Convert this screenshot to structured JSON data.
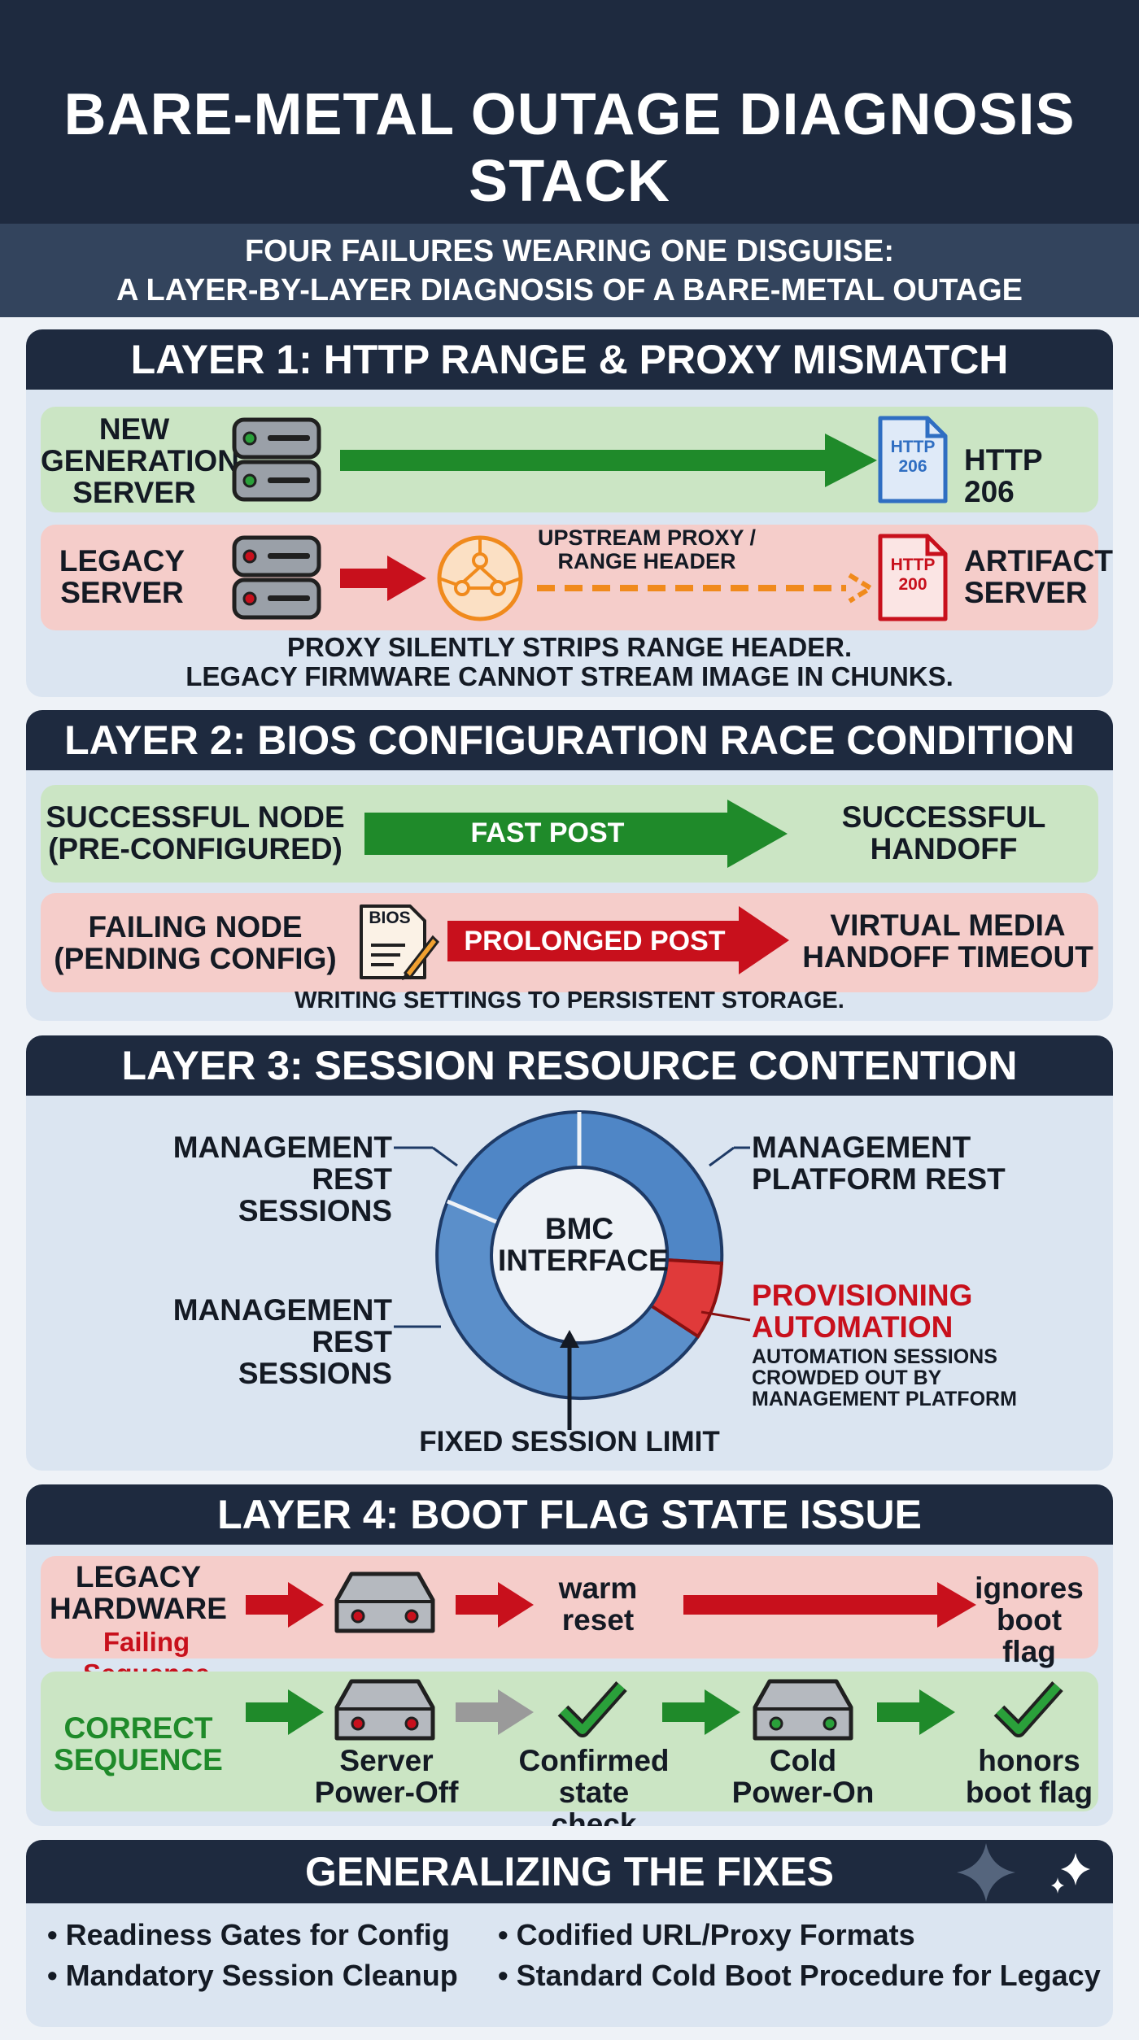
{
  "title": "BARE-METAL OUTAGE DIAGNOSIS STACK",
  "subtitle": {
    "line1": "FOUR FAILURES WEARING ONE DISGUISE:",
    "line2": "A LAYER-BY-LAYER DIAGNOSIS OF A BARE-METAL OUTAGE"
  },
  "layer1": {
    "heading": "LAYER 1: HTTP RANGE & PROXY MISMATCH",
    "new_server": "NEW\nGENERATION\nSERVER",
    "http206_file": "HTTP\n206",
    "http206_label": "HTTP 206",
    "legacy_server": "LEGACY\nSERVER",
    "proxy_label": "UPSTREAM PROXY /\nRANGE HEADER",
    "http200_file": "HTTP\n200",
    "artifact_server": "ARTIFACT\nSERVER",
    "caption1": "PROXY SILENTLY STRIPS RANGE HEADER.",
    "caption2": "LEGACY FIRMWARE CANNOT STREAM IMAGE IN CHUNKS."
  },
  "layer2": {
    "heading": "LAYER 2: BIOS CONFIGURATION RACE CONDITION",
    "success_node": "SUCCESSFUL NODE\n(PRE-CONFIGURED)",
    "fast_post": "FAST POST",
    "success_handoff": "SUCCESSFUL\nHANDOFF",
    "failing_node": "FAILING NODE\n(PENDING CONFIG)",
    "bios_icon_text": "BIOS",
    "prolonged_post": "PROLONGED POST",
    "timeout": "VIRTUAL MEDIA\nHANDOFF TIMEOUT",
    "caption": "WRITING SETTINGS TO PERSISTENT STORAGE."
  },
  "layer3": {
    "heading": "LAYER 3: SESSION RESOURCE CONTENTION",
    "center": "BMC\nINTERFACE",
    "top_left": "MANAGEMENT\nREST SESSIONS",
    "bottom_left": "MANAGEMENT\nREST SESSIONS",
    "top_right": "MANAGEMENT\nPLATFORM REST",
    "provisioning": "PROVISIONING\nAUTOMATION",
    "provisioning_note": "AUTOMATION SESSIONS\nCROWDED OUT BY\nMANAGEMENT PLATFORM",
    "limit": "FIXED SESSION LIMIT"
  },
  "layer4": {
    "heading": "LAYER 4: BOOT FLAG STATE ISSUE",
    "legacy_hw": "LEGACY\nHARDWARE",
    "failing_sequence": "Failing Sequence",
    "warm_reset": "warm\nreset",
    "ignores": "ignores\nboot flag",
    "correct_sequence": "CORRECT\nSEQUENCE",
    "power_off": "Server\nPower-Off",
    "state_check": "Confirmed\nstate check",
    "power_on": "Cold\nPower-On",
    "honors": "honors\nboot flag"
  },
  "fixes": {
    "heading": "GENERALIZING THE FIXES",
    "items": [
      "Readiness Gates for Config",
      "Codified URL/Proxy Formats",
      "Mandatory Session Cleanup",
      "Standard Cold Boot Procedure for Legacy"
    ]
  },
  "colors": {
    "navy": "#1e2a3f",
    "green_row": "#cbe5c4",
    "red_row": "#f5cdca",
    "green_arrow": "#1f8a2a",
    "red_arrow": "#c8101c",
    "orange": "#f08a1c",
    "blue_file": "#2f6ec2",
    "donut_blue": "#4f86c6",
    "donut_red": "#e03a3a"
  }
}
